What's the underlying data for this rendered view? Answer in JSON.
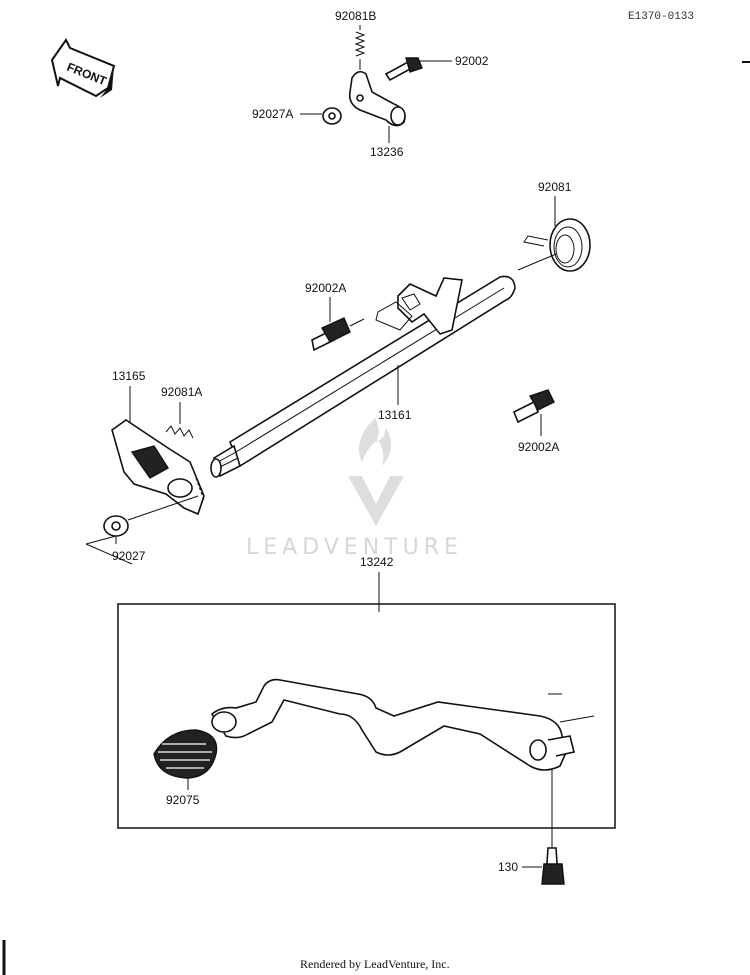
{
  "diagram_code": "E1370-0133",
  "front_label": "FRONT",
  "watermark": "LEADVENTURE",
  "footer": "Rendered by LeadVenture, Inc.",
  "parts": {
    "p92081B": "92081B",
    "p92002_top": "92002",
    "p92027A": "92027A",
    "p13236": "13236",
    "p92081": "92081",
    "p92002A_left": "92002A",
    "p13165": "13165",
    "p92081A": "92081A",
    "p13161": "13161",
    "p92002A_right": "92002A",
    "p92027": "92027",
    "p13242": "13242",
    "p92075": "92075",
    "p130": "130"
  }
}
